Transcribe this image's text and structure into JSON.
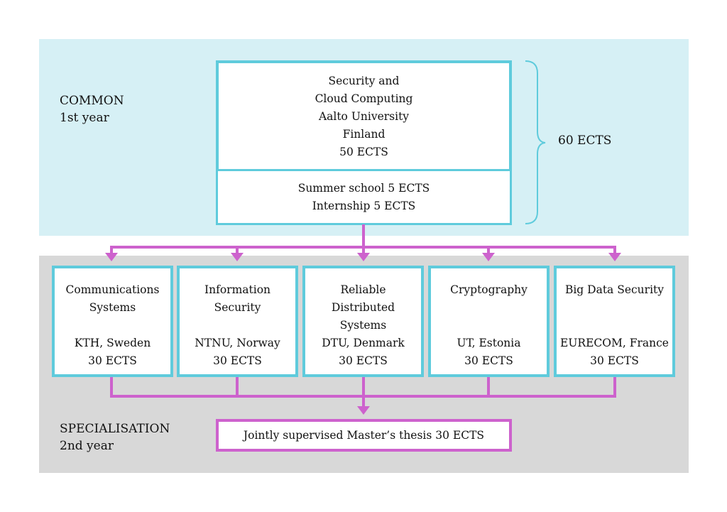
{
  "sections": {
    "common": {
      "title": "COMMON",
      "subtitle": "1st year"
    },
    "specialisation": {
      "title": "SPECIALISATION",
      "subtitle": "2nd year"
    }
  },
  "first_year": {
    "main_programme": [
      "Security and",
      "Cloud Computing",
      "Aalto University",
      "Finland",
      "50 ECTS"
    ],
    "extras": [
      "Summer school  5 ECTS",
      "Internship  5 ECTS"
    ],
    "total": "60 ECTS"
  },
  "specialisations": [
    {
      "title": [
        "Communications",
        "Systems"
      ],
      "university": "KTH, Sweden",
      "credits": "30 ECTS"
    },
    {
      "title": [
        "Information",
        "Security"
      ],
      "university": "NTNU, Norway",
      "credits": "30 ECTS"
    },
    {
      "title": [
        "Reliable",
        "Distributed",
        "Systems"
      ],
      "university": "DTU, Denmark",
      "credits": "30 ECTS"
    },
    {
      "title": [
        "Cryptography"
      ],
      "university": "UT, Estonia",
      "credits": "30 ECTS"
    },
    {
      "title": [
        "Big Data Security"
      ],
      "university": "EURECOM, France",
      "credits": "30 ECTS"
    }
  ],
  "thesis": "Jointly supervised Master’s thesis 30 ECTS",
  "colors": {
    "common_bg": "#d6f0f5",
    "specialisation_bg": "#d8d8d8",
    "box_border": "#5fcbdc",
    "connector": "#cd62cd"
  }
}
